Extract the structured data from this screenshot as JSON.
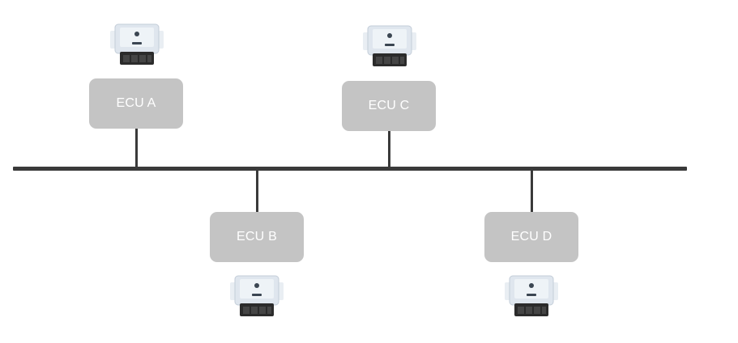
{
  "diagram": {
    "type": "bus-topology",
    "nodes": [
      {
        "id": "a",
        "label": "ECU A",
        "icon": "ecu-module-icon"
      },
      {
        "id": "b",
        "label": "ECU B",
        "icon": "ecu-module-icon"
      },
      {
        "id": "c",
        "label": "ECU C",
        "icon": "ecu-module-icon"
      },
      {
        "id": "d",
        "label": "ECU D",
        "icon": "ecu-module-icon"
      }
    ],
    "colors": {
      "bus": "#3a3a3a",
      "node_fill": "#c4c4c4",
      "node_text": "#ffffff",
      "icon_body": "#dfe6ee",
      "icon_connector": "#2b2b2b"
    }
  }
}
